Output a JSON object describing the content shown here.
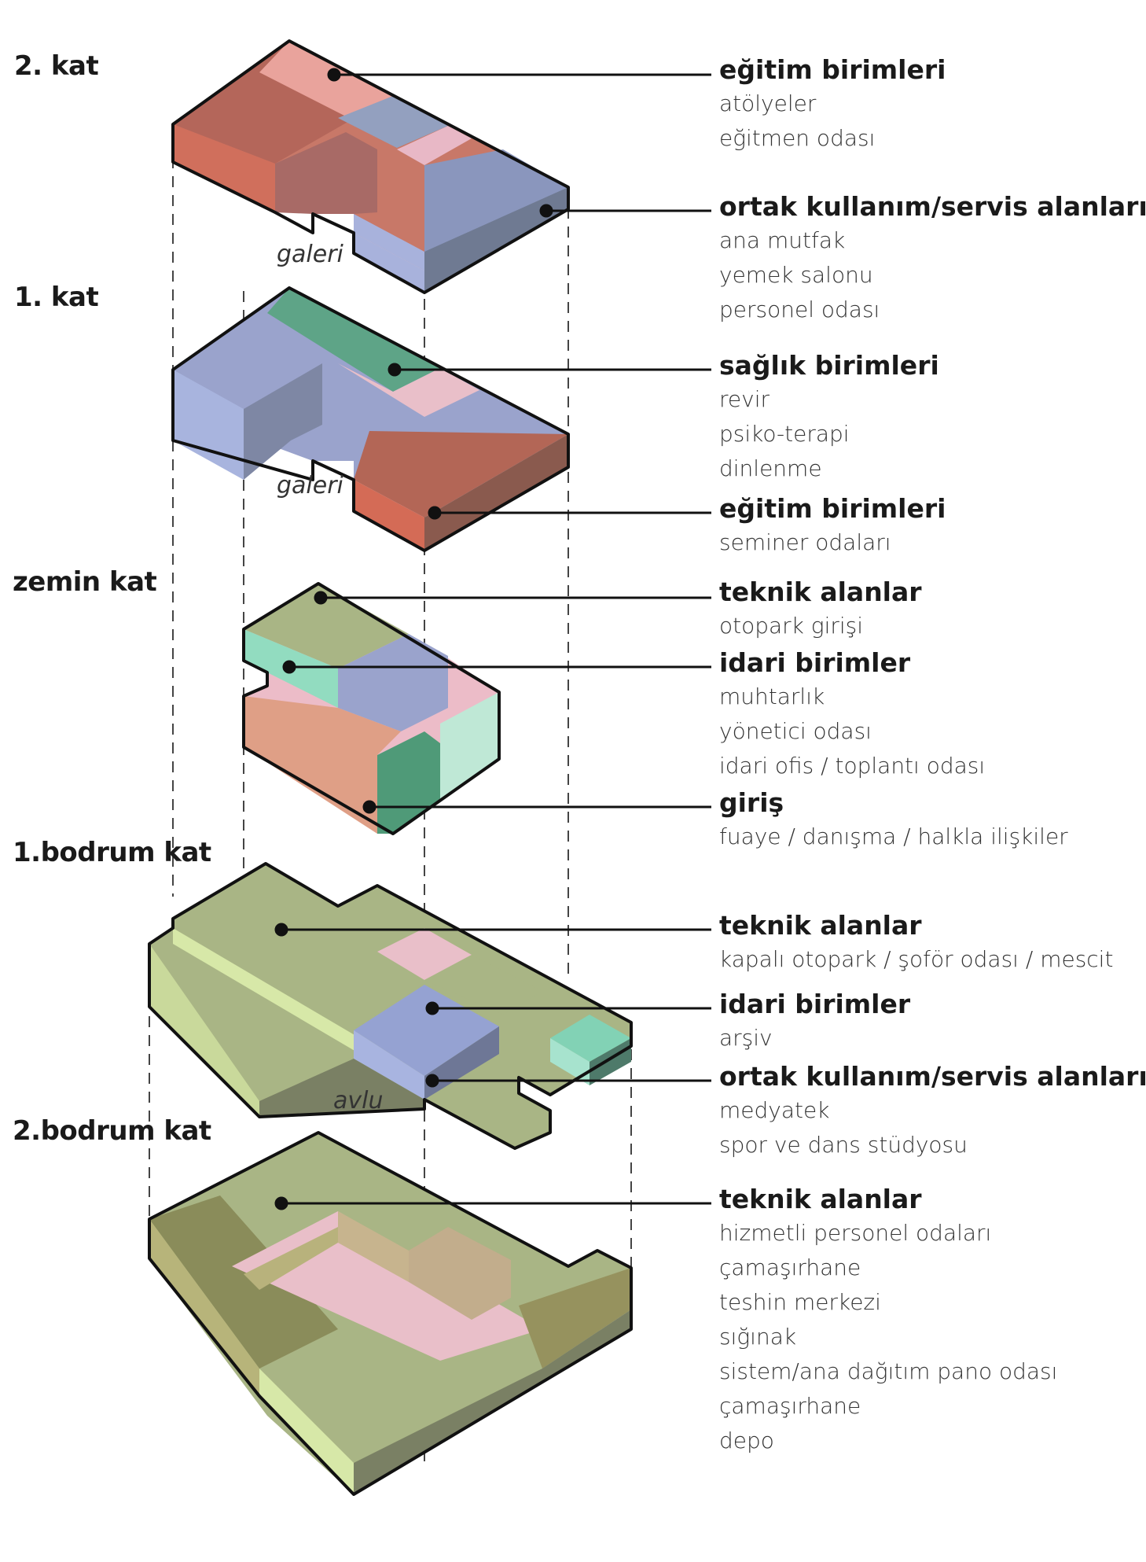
{
  "floors": [
    "2. kat",
    "1. kat",
    "zemin kat",
    "1.bodrum kat",
    "2.bodrum kat"
  ],
  "notes": [
    "galeri",
    "galeri",
    "avlu"
  ],
  "colors": {
    "egitim": "#cf6a58",
    "ortak": "#98a6cc",
    "saglik": "#5aa487",
    "teknik": "#a9b585",
    "idari": "#9da6cf",
    "giris": "#e2a58e",
    "koridor": "#ecc2cc",
    "teknik_acik": "#d7e8a8"
  },
  "legend": [
    {
      "head": "eğitim birimleri",
      "items": [
        "atölyeler",
        "eğitmen odası"
      ]
    },
    {
      "head": "ortak kullanım/servis alanları",
      "items": [
        "ana mutfak",
        "yemek salonu",
        "personel odası"
      ]
    },
    {
      "head": "sağlık birimleri",
      "items": [
        "revir",
        "psiko-terapi",
        "dinlenme"
      ]
    },
    {
      "head": "eğitim birimleri",
      "items": [
        "seminer odaları"
      ]
    },
    {
      "head": "teknik alanlar",
      "items": [
        "otopark girişi"
      ]
    },
    {
      "head": "idari birimler",
      "items": [
        "muhtarlık",
        "yönetici odası",
        "idari ofis / toplantı odası"
      ]
    },
    {
      "head": "giriş",
      "items": [
        "fuaye / danışma / halkla ilişkiler"
      ]
    },
    {
      "head": "teknik alanlar",
      "items": [
        "kapalı otopark / şoför odası / mescit"
      ]
    },
    {
      "head": "idari birimler",
      "items": [
        "arşiv"
      ]
    },
    {
      "head": "ortak kullanım/servis alanları",
      "items": [
        "medyatek",
        "spor ve dans stüdyosu"
      ]
    },
    {
      "head": "teknik alanlar",
      "items": [
        "hizmetli personel odaları",
        "çamaşırhane",
        "teshin merkezi",
        "sığınak",
        "sistem/ana dağıtım pano odası",
        "çamaşırhane",
        "depo"
      ]
    }
  ]
}
